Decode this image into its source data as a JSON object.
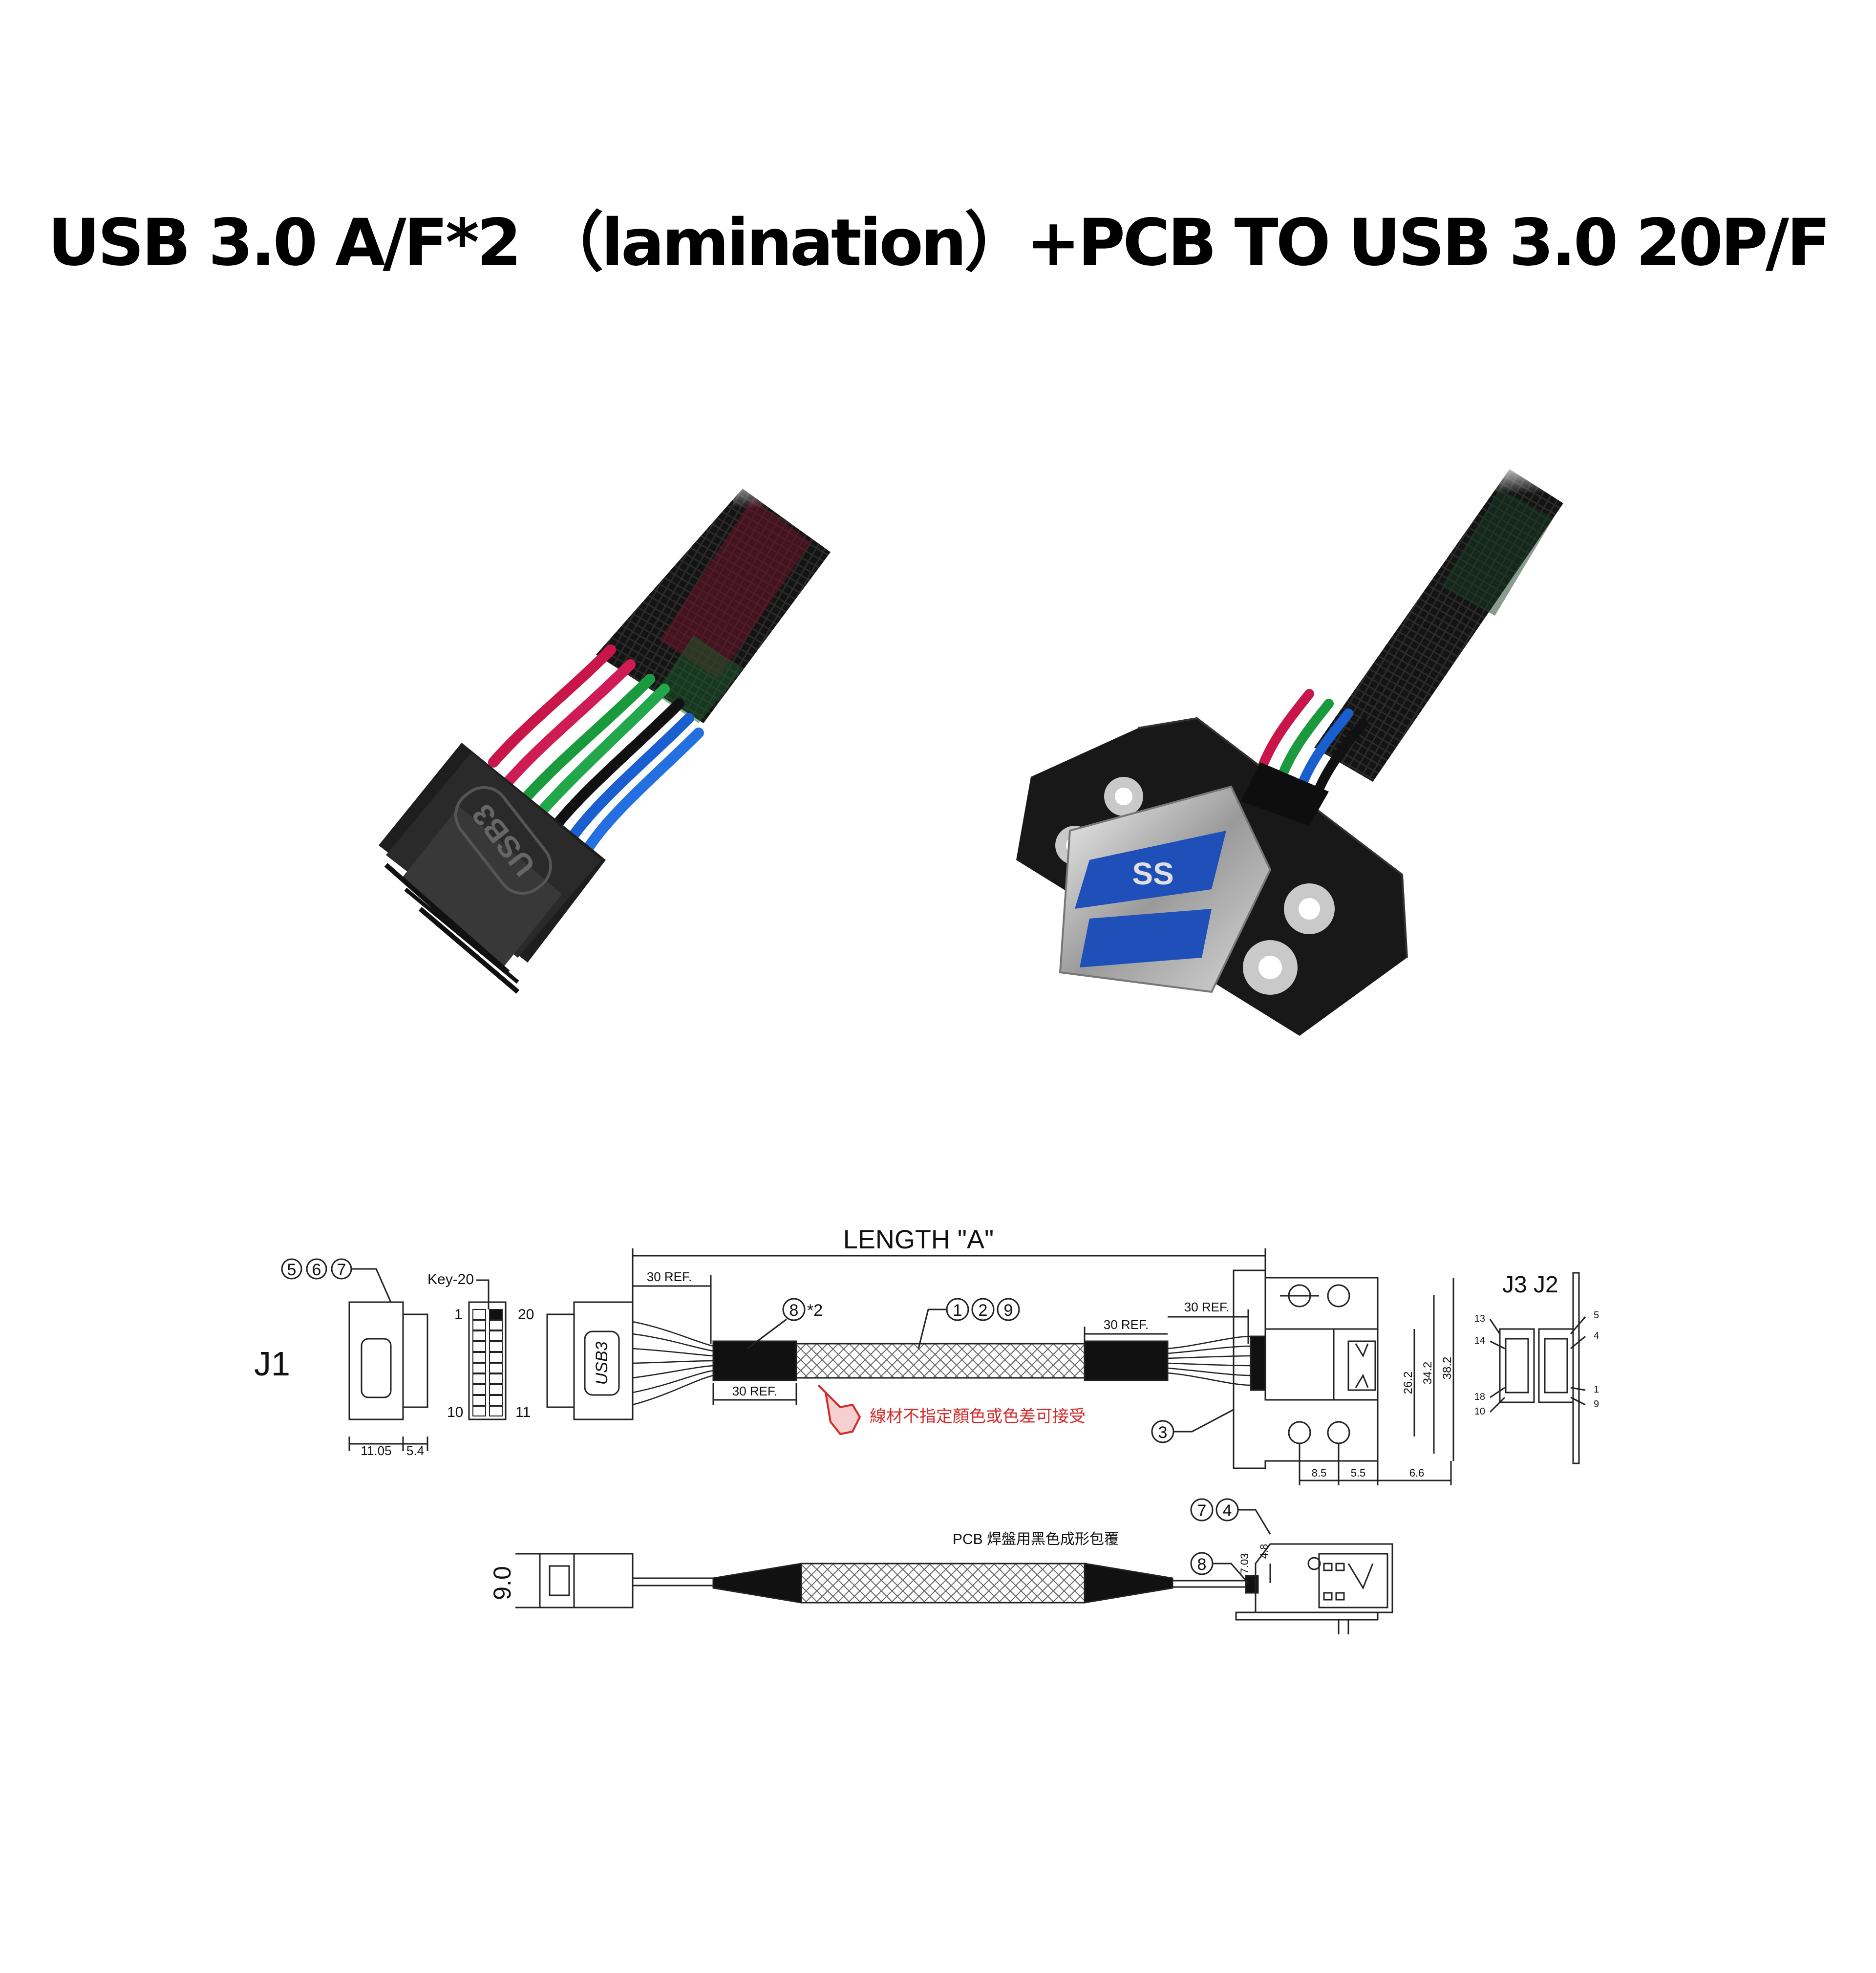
{
  "title": "USB 3.0 A/F*2 （lamination）+PCB TO USB 3.0  20P/F",
  "photo_left": {
    "connector_text": "USB3"
  },
  "photo_right": {
    "port_text": "SS"
  },
  "drawing": {
    "length_label": "LENGTH  \"A\"",
    "ref_30": "30 REF.",
    "j1_label": "J1",
    "j3_j2_label": "J3 J2",
    "callouts_j1": [
      "5",
      "6",
      "7"
    ],
    "callouts_cable": [
      "1",
      "2",
      "9"
    ],
    "callout_8": "8",
    "callout_8_suffix": "*2",
    "callout_3": "3",
    "callouts_side": [
      "7",
      "4"
    ],
    "key_label": "Key-20",
    "pin_1": "1",
    "pin_20": "20",
    "pin_10": "10",
    "pin_11": "11",
    "connector_text": "USB3",
    "dim_11_05": "11.05",
    "dim_5_4": "5.4",
    "dim_26_2": "26.2",
    "dim_34_2": "34.2",
    "dim_38_2": "38.2",
    "dim_8_5": "8.5",
    "dim_5_5": "5.5",
    "dim_6_6": "6.6",
    "dim_9_0": "9.0",
    "dim_7_03": "7.03",
    "dim_4_8": "4.8",
    "pins_left": [
      "13",
      "14",
      "18",
      "10"
    ],
    "pins_right": [
      "5",
      "4",
      "1",
      "9"
    ],
    "note_wire_color": "線材不指定顏色或色差可接受",
    "note_pcb": "PCB 焊盤用黑色成形包覆",
    "accent_red": "#d42a2a"
  }
}
